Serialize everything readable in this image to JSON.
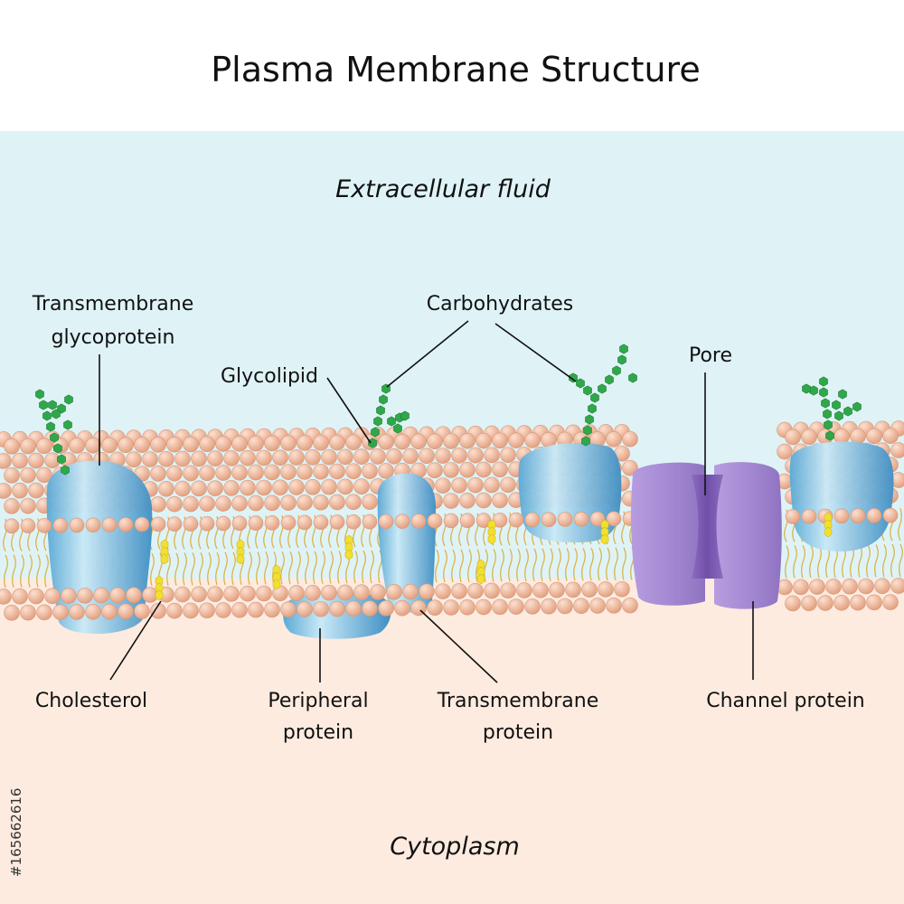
{
  "title": "Plasma Membrane Structure",
  "regions": {
    "extracellular": "Extracellular fluid",
    "cytoplasm": "Cytoplasm"
  },
  "labels": {
    "transmembrane_glycoprotein_1": "Transmembrane",
    "transmembrane_glycoprotein_2": "glycoprotein",
    "carbohydrates": "Carbohydrates",
    "glycolipid": "Glycolipid",
    "pore": "Pore",
    "cholesterol": "Cholesterol",
    "peripheral_protein_1": "Peripheral",
    "peripheral_protein_2": "protein",
    "transmembrane_protein_1": "Transmembrane",
    "transmembrane_protein_2": "protein",
    "channel_protein": "Channel protein"
  },
  "side_text": "#165662616",
  "colors": {
    "extracellular_bg": "#dff3f7",
    "cytoplasm_bg": "#fdebe0",
    "phospholipid_head": "#efb49a",
    "lipid_tail": "#d8b44a",
    "protein": "#8cc8e6",
    "channel_protein": "#a98fd4",
    "carbohydrate": "#2fa84a",
    "cholesterol": "#f2e030"
  }
}
